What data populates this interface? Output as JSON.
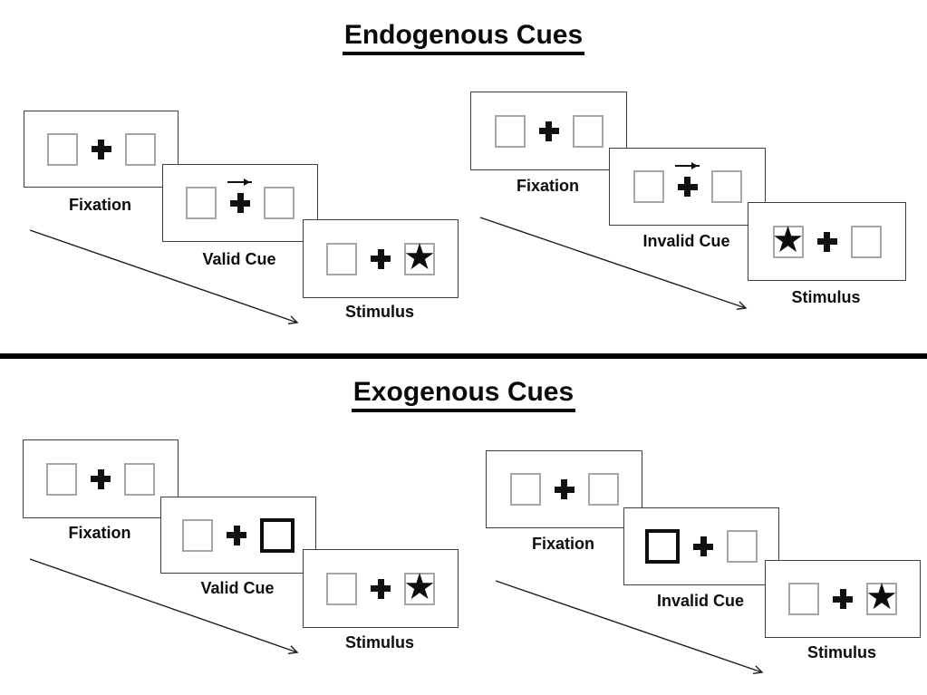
{
  "glyphs": {
    "star": "★"
  },
  "colors": {
    "ink": "#111111",
    "frame_border": "#3f3f3f",
    "square_border": "#a6a6a6",
    "divider": "#000000",
    "background": "#ffffff"
  },
  "sections": [
    {
      "title": "Endogenous Cues",
      "panels": [
        {
          "condition": "valid",
          "frames": [
            {
              "label": "Fixation",
              "left": "empty",
              "right": "empty",
              "cue_arrow": null
            },
            {
              "label": "Valid Cue",
              "left": "empty",
              "right": "empty",
              "cue_arrow": "right"
            },
            {
              "label": "Stimulus",
              "left": "empty",
              "right": "star",
              "cue_arrow": null
            }
          ]
        },
        {
          "condition": "invalid",
          "frames": [
            {
              "label": "Fixation",
              "left": "empty",
              "right": "empty",
              "cue_arrow": null
            },
            {
              "label": "Invalid Cue",
              "left": "empty",
              "right": "empty",
              "cue_arrow": "right"
            },
            {
              "label": "Stimulus",
              "left": "star",
              "right": "empty",
              "cue_arrow": null
            }
          ]
        }
      ]
    },
    {
      "title": "Exogenous Cues",
      "panels": [
        {
          "condition": "valid",
          "frames": [
            {
              "label": "Fixation",
              "left": "empty",
              "right": "empty",
              "cue_arrow": null
            },
            {
              "label": "Valid Cue",
              "left": "empty",
              "right": "thick",
              "cue_arrow": null
            },
            {
              "label": "Stimulus",
              "left": "empty",
              "right": "star",
              "cue_arrow": null
            }
          ]
        },
        {
          "condition": "invalid",
          "frames": [
            {
              "label": "Fixation",
              "left": "empty",
              "right": "empty",
              "cue_arrow": null
            },
            {
              "label": "Invalid Cue",
              "left": "thick",
              "right": "empty",
              "cue_arrow": null
            },
            {
              "label": "Stimulus",
              "left": "empty",
              "right": "star",
              "cue_arrow": null
            }
          ]
        }
      ]
    }
  ]
}
